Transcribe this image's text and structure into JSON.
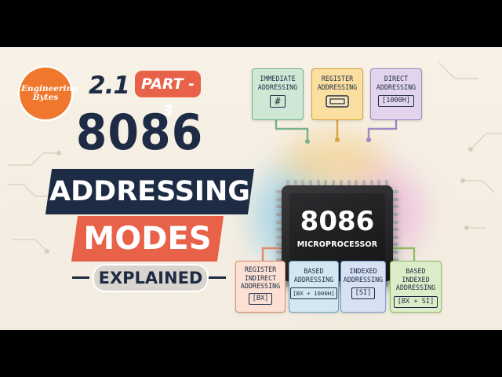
{
  "logo": {
    "text": "Engineering Bytes"
  },
  "heading": {
    "version": "2.1",
    "part": "PART - 3",
    "number": "8086",
    "line1": "ADDRESSING",
    "line2": "MODES",
    "subtitle": "EXPLAINED"
  },
  "chip": {
    "number": "8086",
    "label": "MICROPROCESSOR"
  },
  "modes_top": [
    {
      "label": "IMMEDIATE ADDRESSING",
      "line1": "IMMEDIATE",
      "line2": "ADDRESSING",
      "example": "#",
      "color": "#cfe8d5",
      "border": "#78b38a",
      "icon": "hash-icon"
    },
    {
      "label": "REGISTER ADDRESSING",
      "line1": "REGISTER",
      "line2": "ADDRESSING",
      "example": "",
      "color": "#fbdfa0",
      "border": "#d7a43a",
      "icon": "register-icon"
    },
    {
      "label": "DIRECT ADDRESSING",
      "line1": "DIRECT",
      "line2": "ADDRESSING",
      "example": "[1000H]",
      "color": "#e3d4ee",
      "border": "#a486c4",
      "icon": ""
    }
  ],
  "modes_bottom": [
    {
      "line1": "REGISTER",
      "line2": "INDIRECT",
      "line3": "ADDRESSING",
      "example": "[BX]",
      "color": "#fbe0d3",
      "border": "#e28b6c"
    },
    {
      "line1": "BASED",
      "line2": "ADDRESSING",
      "example": "[BX + 1000H]",
      "color": "#d4e6f0",
      "border": "#6fa2bf"
    },
    {
      "line1": "INDEXED",
      "line2": "ADDRESSING",
      "example": "[SI]",
      "color": "#d6e1f3",
      "border": "#7d9bd2"
    },
    {
      "line1": "BASED INDEXED",
      "line2": "ADDRESSING",
      "example": "[BX + SI]",
      "color": "#dcecc8",
      "border": "#8fbd63"
    }
  ]
}
